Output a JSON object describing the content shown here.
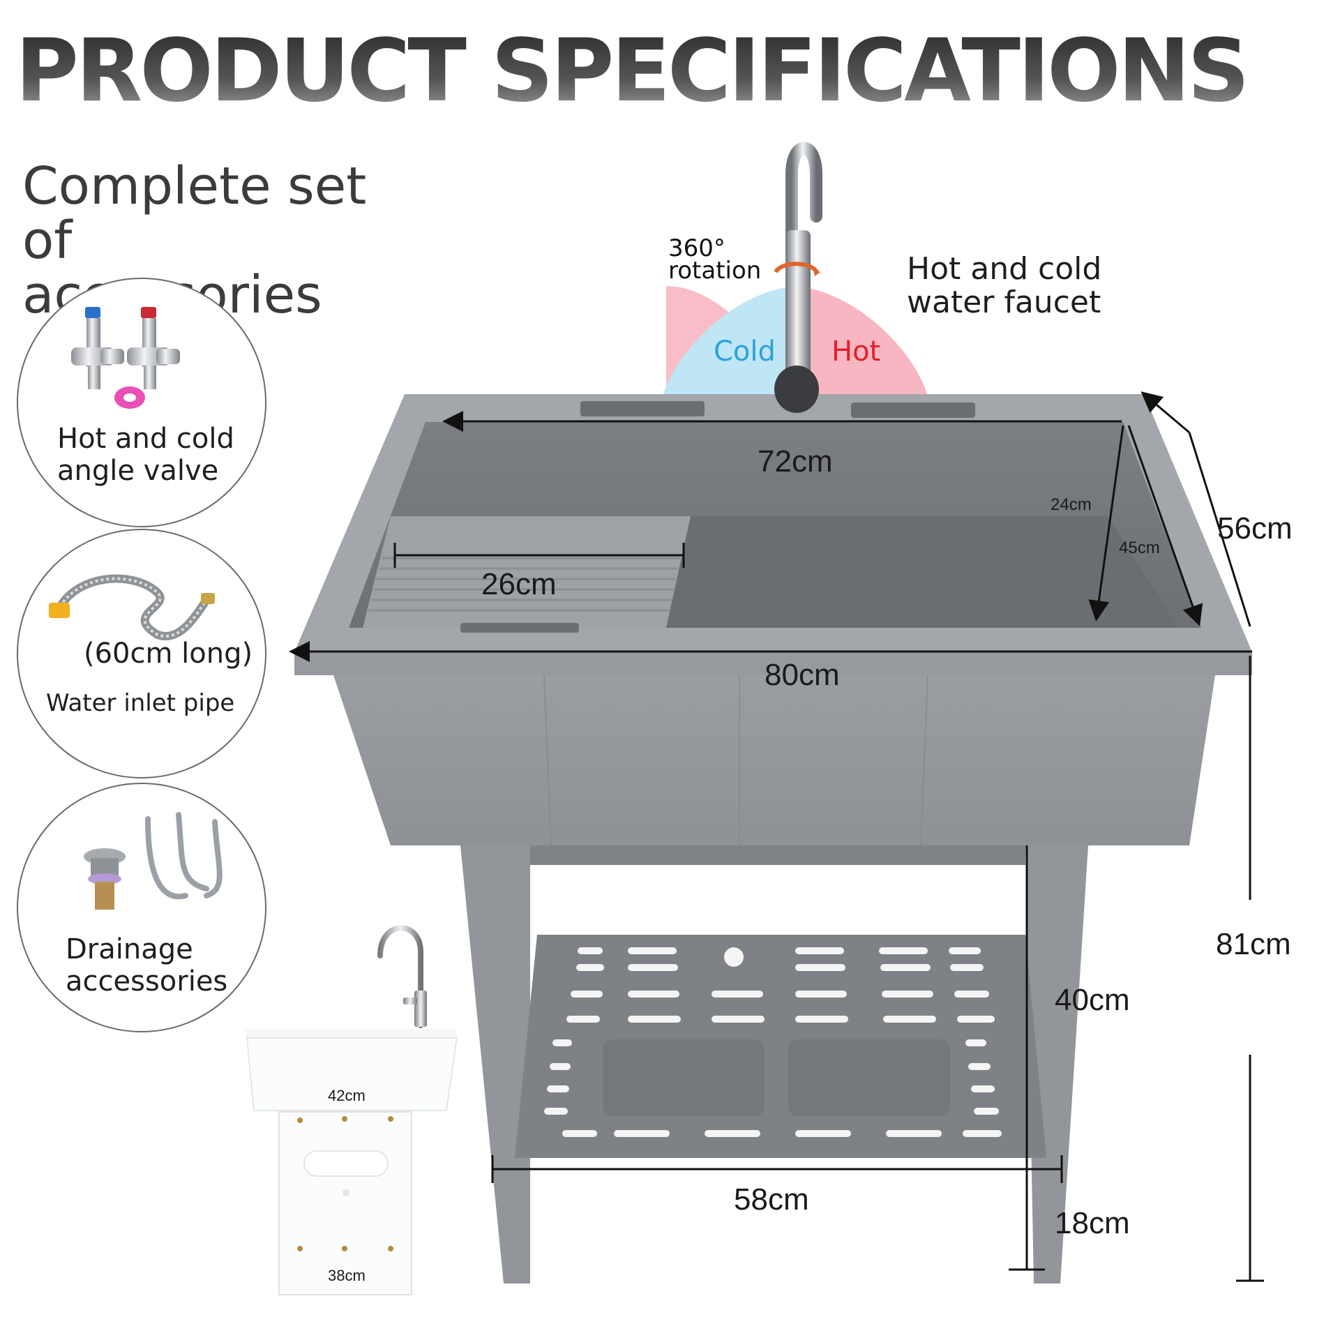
{
  "header": {
    "title": "PRODUCT SPECIFICATIONS"
  },
  "accessories": {
    "heading_line1": "Complete set",
    "heading_line2": "of accessories",
    "items": [
      {
        "line1": "Hot and cold",
        "line2": "angle valve",
        "icon": "angle-valve-icon"
      },
      {
        "line1": "(60cm long)",
        "line2": "Water inlet pipe",
        "icon": "inlet-pipe-icon"
      },
      {
        "line1": "Drainage",
        "line2": "accessories",
        "icon": "drain-icon"
      }
    ]
  },
  "faucet": {
    "rotation_line1": "360°",
    "rotation_line2": "rotation",
    "label_line1": "Hot and cold",
    "label_line2": "water faucet",
    "cold": "Cold",
    "hot": "Hot"
  },
  "dimensions": {
    "inner_width": "72cm",
    "washboard_width": "26cm",
    "outer_width": "80cm",
    "basin_depth": "24cm",
    "inner_length": "45cm",
    "outer_length": "56cm",
    "total_height": "81cm",
    "shelf_height": "40cm",
    "leg_span": "58cm",
    "bottom_clearance": "18cm",
    "inset_top_width": "42cm",
    "inset_bottom_width": "38cm"
  },
  "colors": {
    "sink_gray": "#8a8d91",
    "cold_zone": "#bfe6f5",
    "hot_zone": "#f7b6c2"
  }
}
